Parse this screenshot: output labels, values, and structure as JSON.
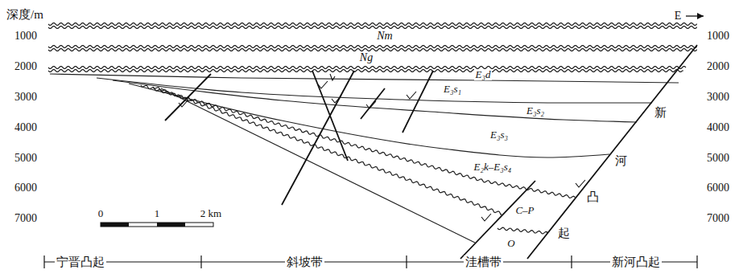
{
  "diagram": {
    "labels": [
      "深度/m",
      "1000",
      "2000",
      "3000",
      "4000",
      "5000",
      "6000",
      "7000",
      "1000",
      "2000",
      "3000",
      "4000",
      "5000",
      "6000",
      "7000",
      "E",
      "Nm",
      "Ng",
      "E₃d",
      "E₃s₁",
      "E₃s₂",
      "E₃s₃",
      "E₂k–E₃s₄",
      "C–P",
      "O",
      "新",
      "河",
      "凸",
      "起",
      "0",
      "1",
      "2 km",
      "宁晋凸起",
      "斜坡带",
      "洼槽带",
      "新河凸起"
    ]
  }
}
